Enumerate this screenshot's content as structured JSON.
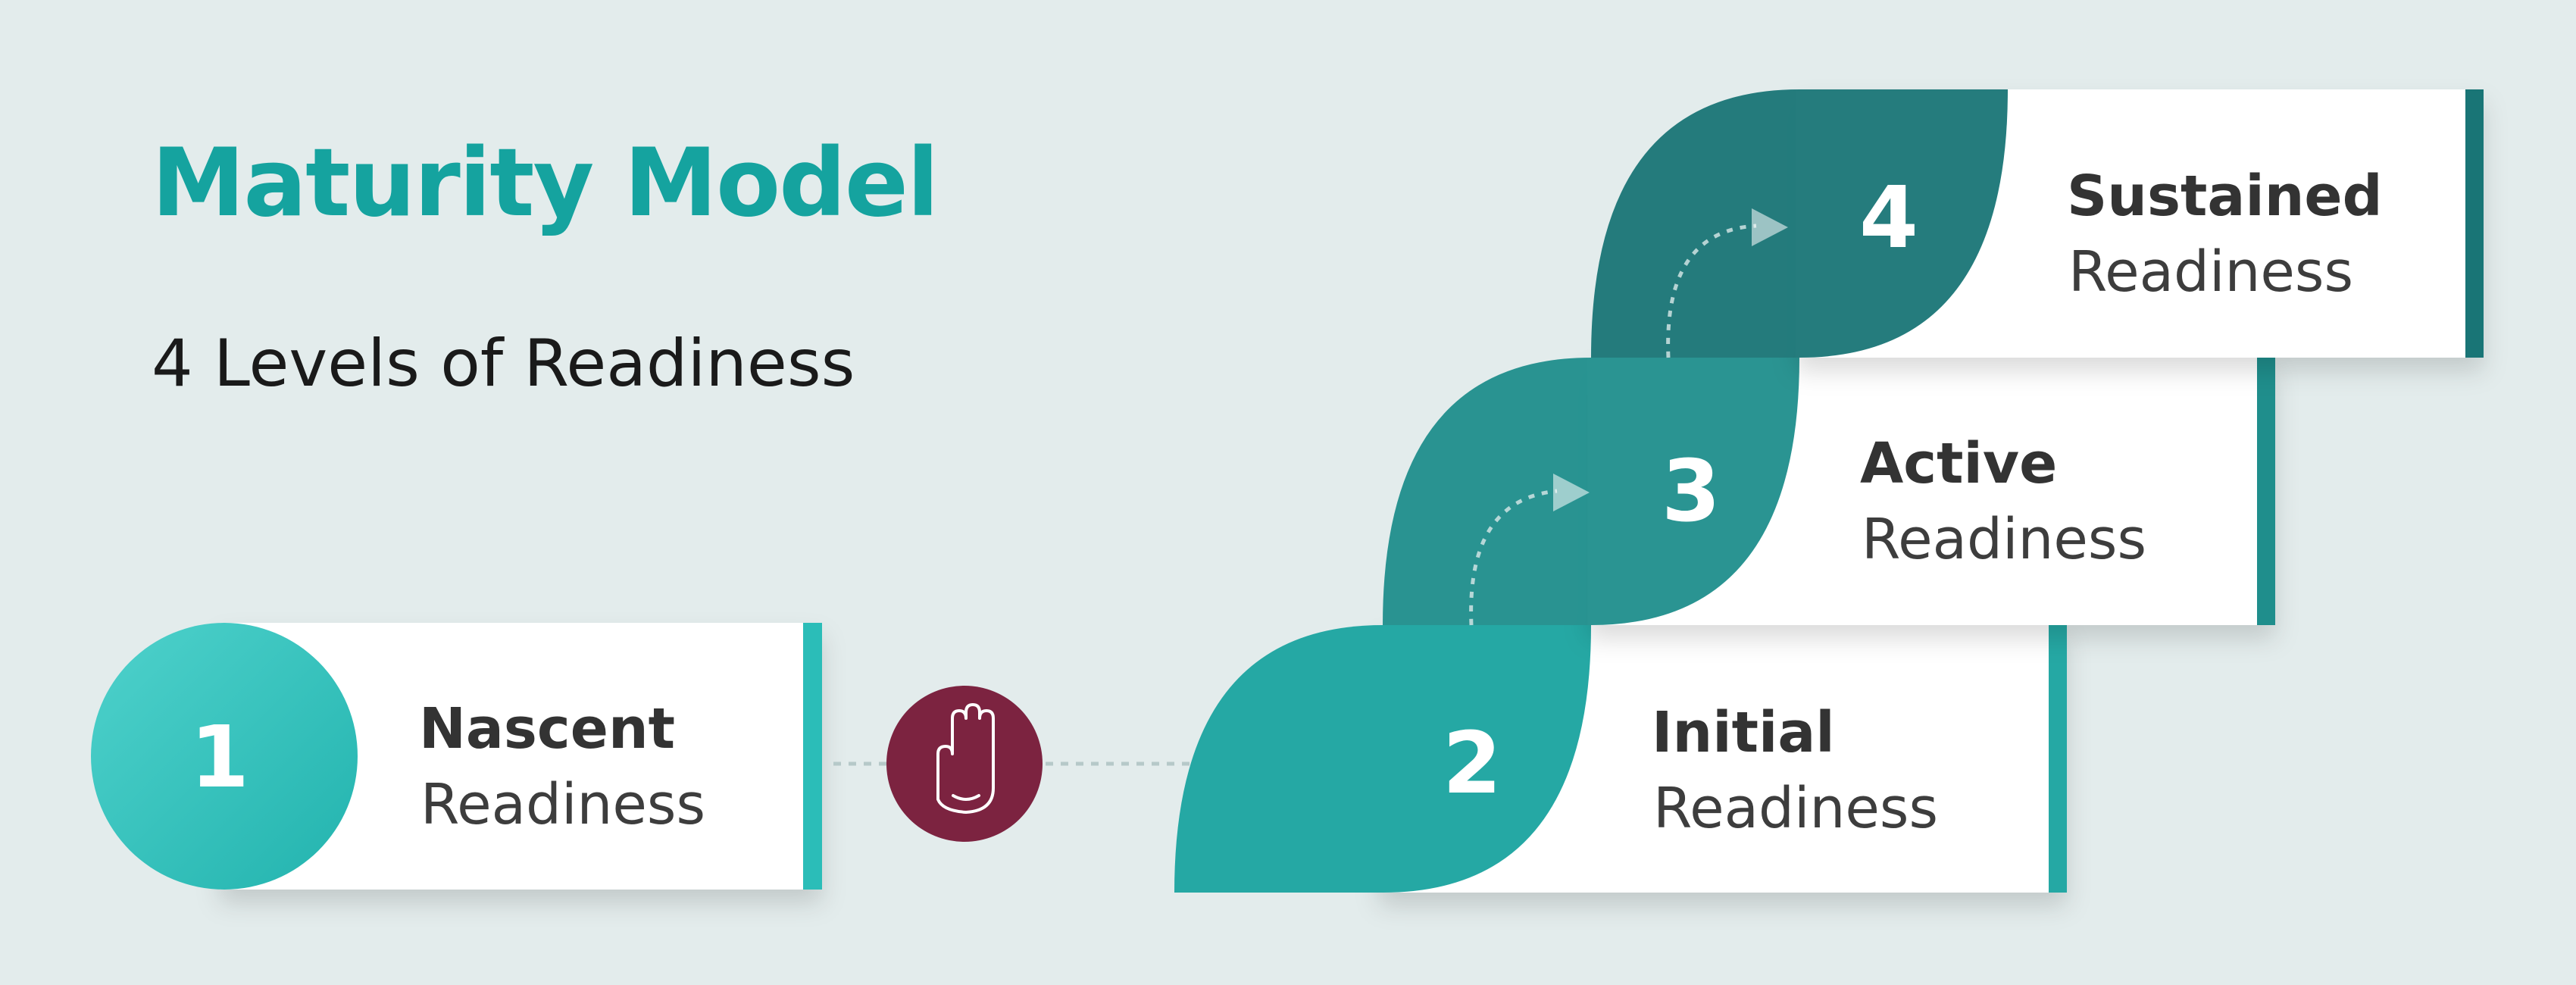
{
  "title": "Maturity Model",
  "subtitle": "4 Levels of Readiness",
  "levels": [
    {
      "number": "1",
      "name": "Nascent",
      "sub": "Readiness"
    },
    {
      "number": "2",
      "name": "Initial",
      "sub": "Readiness"
    },
    {
      "number": "3",
      "name": "Active",
      "sub": "Readiness"
    },
    {
      "number": "4",
      "name": "Sustained",
      "sub": "Readiness"
    }
  ],
  "icons": {
    "hand": "raised-hand-icon"
  },
  "colors": {
    "background": "#e3ecec",
    "title": "#15a39f",
    "level1": "#2bbdb8",
    "level2": "#25a8a4",
    "level3": "#1f8e8c",
    "level4": "#197576",
    "stop": "#7c2340"
  }
}
